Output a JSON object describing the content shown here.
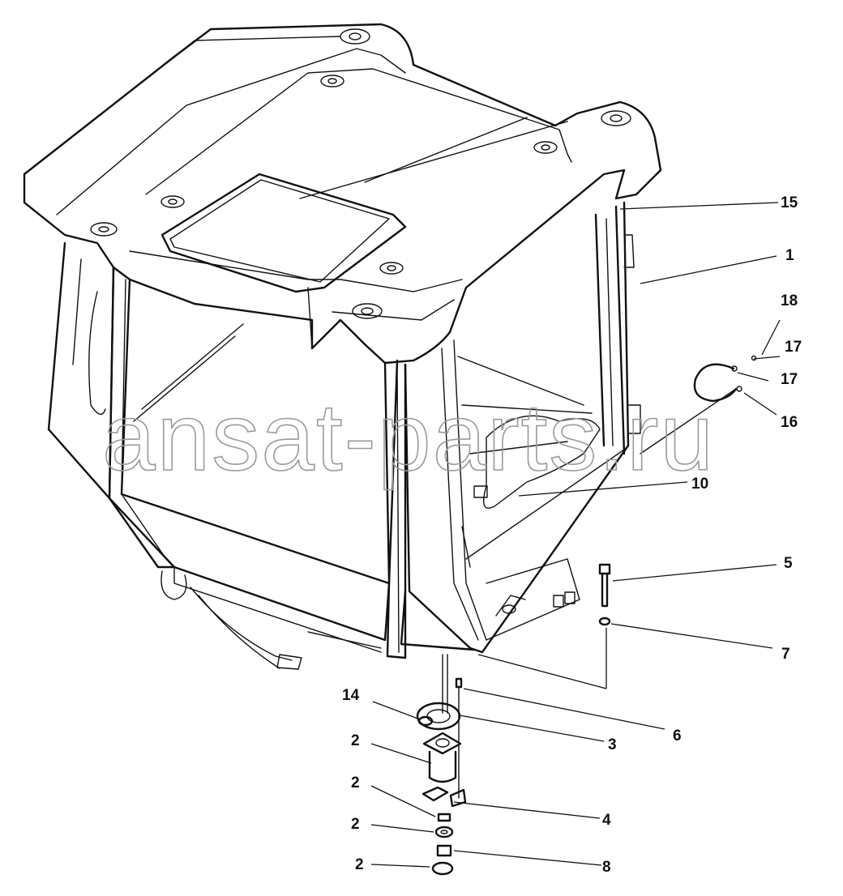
{
  "watermark": "ansat-parts.ru",
  "callouts": [
    {
      "id": "15",
      "text": "15"
    },
    {
      "id": "1",
      "text": "1"
    },
    {
      "id": "18",
      "text": "18"
    },
    {
      "id": "17a",
      "text": "17"
    },
    {
      "id": "17b",
      "text": "17"
    },
    {
      "id": "16",
      "text": "16"
    },
    {
      "id": "10",
      "text": "10"
    },
    {
      "id": "5",
      "text": "5"
    },
    {
      "id": "7",
      "text": "7"
    },
    {
      "id": "6",
      "text": "6"
    },
    {
      "id": "14",
      "text": "14"
    },
    {
      "id": "3",
      "text": "3"
    },
    {
      "id": "2a",
      "text": "2"
    },
    {
      "id": "2b",
      "text": "2"
    },
    {
      "id": "4",
      "text": "4"
    },
    {
      "id": "2c",
      "text": "2"
    },
    {
      "id": "8",
      "text": "8"
    },
    {
      "id": "2d",
      "text": "2"
    }
  ],
  "colors": {
    "line": "#111111",
    "watermark": "#9a9a9a",
    "background": "#ffffff"
  }
}
